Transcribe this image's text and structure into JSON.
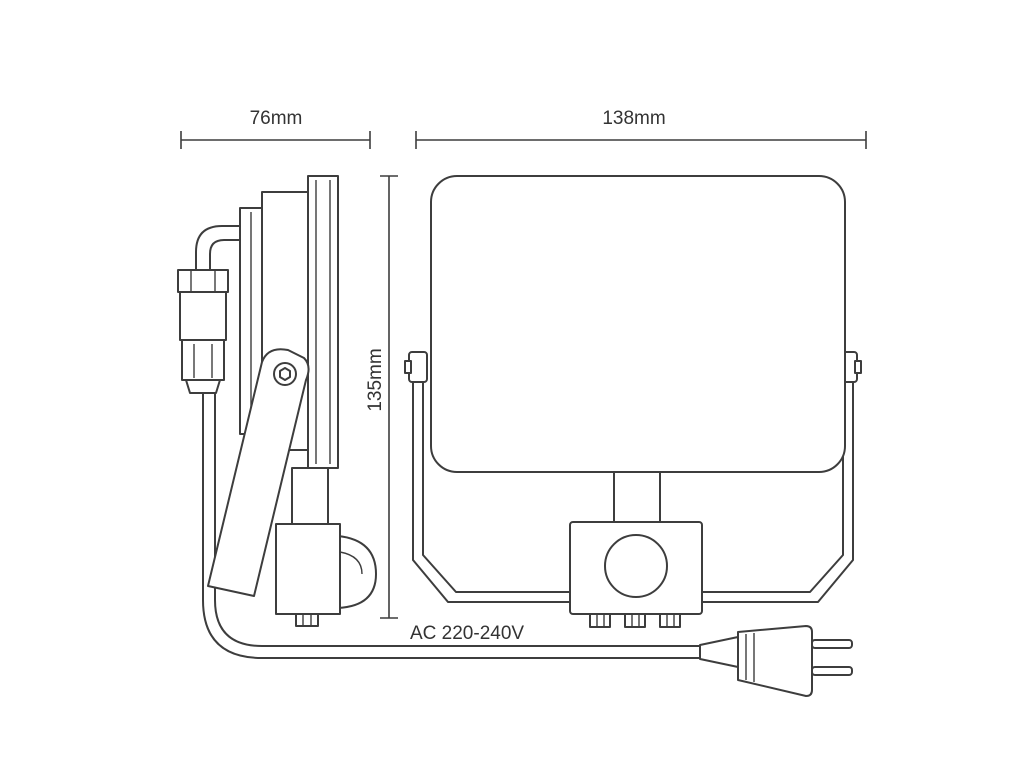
{
  "dimensions": {
    "depth": "76mm",
    "width": "138mm",
    "height": "135mm"
  },
  "voltage_label": "AC 220-240V",
  "colors": {
    "line": "#3d3d3d",
    "text": "#333333",
    "background": "#ffffff"
  }
}
